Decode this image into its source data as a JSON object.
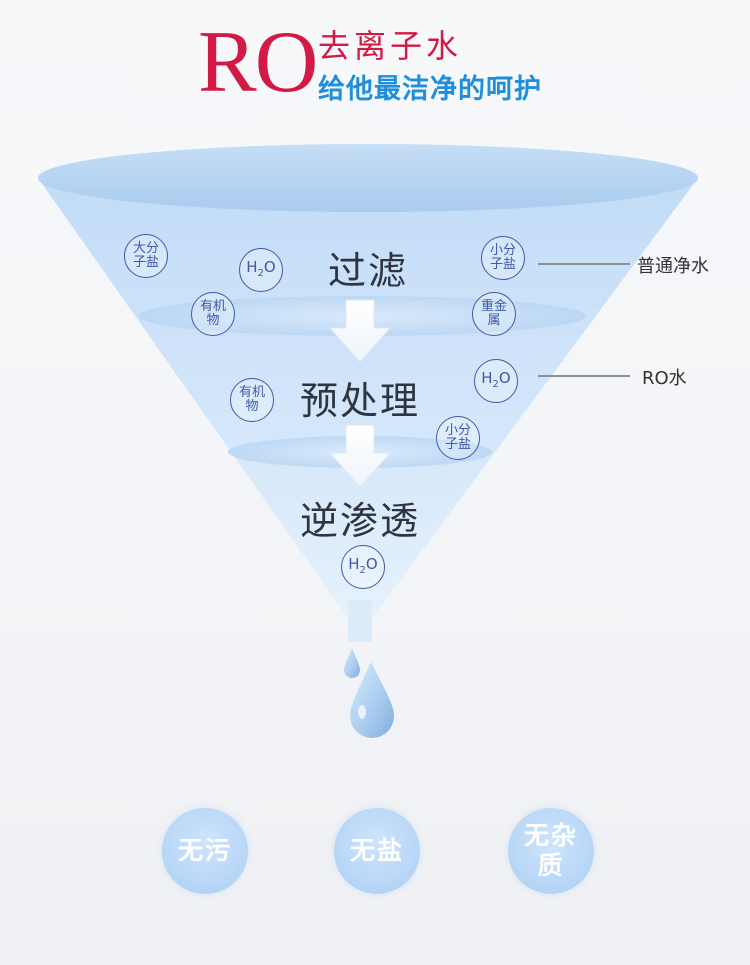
{
  "header": {
    "logo_text": "RO",
    "title": "去离子水",
    "subtitle": "给他最洁净的呵护"
  },
  "funnel": {
    "stages": [
      "过滤",
      "预处理",
      "逆渗透"
    ],
    "molecules": {
      "large_salt": "大分子盐",
      "small_salt": "小分子盐",
      "organic": "有机物",
      "heavy_metal": "重金属",
      "water_h": "H",
      "water_sub": "2",
      "water_o": "O"
    }
  },
  "callouts": {
    "ordinary_water": "普通净水",
    "ro_water": "RO水"
  },
  "badges": {
    "no_dirt": "无污",
    "no_salt": "无盐",
    "no_impurity_line1": "无杂",
    "no_impurity_line2": "质"
  },
  "colors": {
    "logo_red": "#d31a45",
    "subtitle_blue": "#1f8fdc",
    "molecule_stroke": "#3f5aa8",
    "funnel_blue": "#bcdcf8"
  }
}
